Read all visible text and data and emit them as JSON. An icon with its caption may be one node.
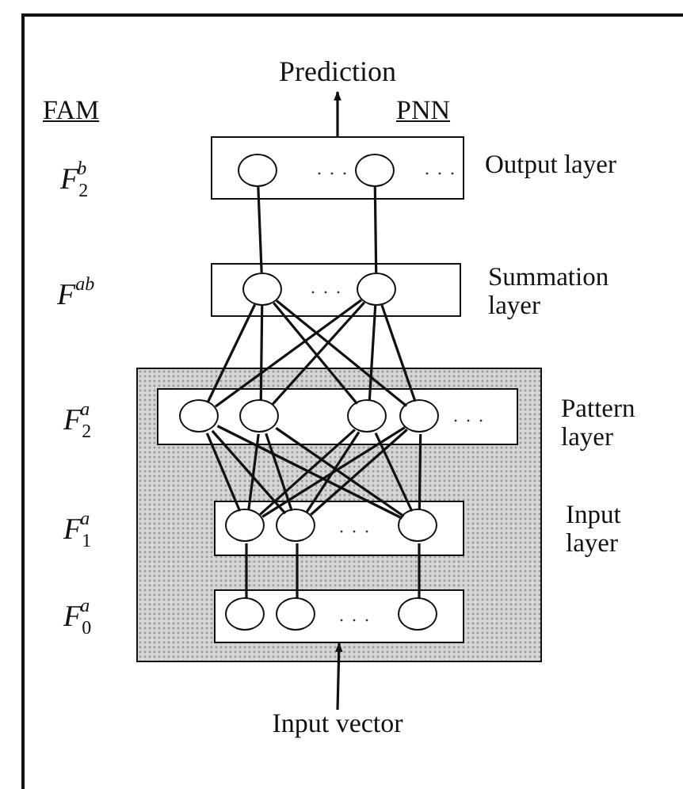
{
  "diagram": {
    "nodes": [
      {
        "text": [
          "Prediction"
        ]
      },
      {
        "text": [],
        "shape": "box",
        "beside": [
          "Output layer"
        ]
      },
      {
        "text": [],
        "shape": "circle",
        "in": 1
      },
      {
        "text": [],
        "shape": "circle",
        "in": 1
      },
      {
        "text": [],
        "shape": "box",
        "beside": [
          "Summation layer"
        ]
      },
      {
        "text": [],
        "shape": "circle",
        "in": 4
      },
      {
        "text": [],
        "shape": "circle",
        "in": 4
      },
      {
        "text": [],
        "shape": "box"
      },
      {
        "text": [],
        "shape": "box",
        "in": 7,
        "beside": [
          "Pattern layer"
        ]
      },
      {
        "text": [],
        "shape": "circle",
        "in": 8
      },
      {
        "text": [],
        "shape": "circle",
        "in": 8
      },
      {
        "text": [],
        "shape": "circle",
        "in": 8
      },
      {
        "text": [],
        "shape": "circle",
        "in": 8
      },
      {
        "text": [],
        "shape": "box",
        "in": 7,
        "beside": [
          "Input layer"
        ]
      },
      {
        "text": [],
        "shape": "circle",
        "in": 13
      },
      {
        "text": [],
        "shape": "circle",
        "in": 13
      },
      {
        "text": [],
        "shape": "circle",
        "in": 13
      },
      {
        "text": [],
        "shape": "box",
        "in": 7
      },
      {
        "text": [],
        "shape": "circle",
        "in": 17
      },
      {
        "text": [],
        "shape": "circle",
        "in": 17
      },
      {
        "text": [],
        "shape": "circle",
        "in": 17
      },
      {
        "text": [
          "Input vector"
        ]
      }
    ],
    "edges": [
      {
        "from": 1,
        "to": 0,
        "arrow": "to"
      },
      {
        "from": 2,
        "to": 5,
        "arrow": "none"
      },
      {
        "from": 3,
        "to": 6,
        "arrow": "none"
      },
      {
        "from": 5,
        "to": 9,
        "arrow": "none"
      },
      {
        "from": 5,
        "to": 10,
        "arrow": "none"
      },
      {
        "from": 5,
        "to": 11,
        "arrow": "none"
      },
      {
        "from": 5,
        "to": 12,
        "arrow": "none"
      },
      {
        "from": 6,
        "to": 9,
        "arrow": "none"
      },
      {
        "from": 6,
        "to": 10,
        "arrow": "none"
      },
      {
        "from": 6,
        "to": 11,
        "arrow": "none"
      },
      {
        "from": 6,
        "to": 12,
        "arrow": "none"
      },
      {
        "from": 9,
        "to": 14,
        "arrow": "none"
      },
      {
        "from": 9,
        "to": 15,
        "arrow": "none"
      },
      {
        "from": 9,
        "to": 16,
        "arrow": "none"
      },
      {
        "from": 10,
        "to": 14,
        "arrow": "none"
      },
      {
        "from": 10,
        "to": 15,
        "arrow": "none"
      },
      {
        "from": 10,
        "to": 16,
        "arrow": "none"
      },
      {
        "from": 11,
        "to": 14,
        "arrow": "none"
      },
      {
        "from": 11,
        "to": 15,
        "arrow": "none"
      },
      {
        "from": 11,
        "to": 16,
        "arrow": "none"
      },
      {
        "from": 12,
        "to": 14,
        "arrow": "none"
      },
      {
        "from": 12,
        "to": 15,
        "arrow": "none"
      },
      {
        "from": 12,
        "to": 16,
        "arrow": "none"
      },
      {
        "from": 14,
        "to": 18,
        "arrow": "none"
      },
      {
        "from": 15,
        "to": 19,
        "arrow": "none"
      },
      {
        "from": 16,
        "to": 20,
        "arrow": "none"
      },
      {
        "from": 21,
        "to": 17,
        "arrow": "to"
      }
    ],
    "labels": [
      "FAM",
      "PNN",
      "F$_{2}$$^{b}$",
      ". . .",
      ". . .",
      "F$^{ab}$",
      ". . .",
      "F$_{2}$$^{a}$",
      ". . .",
      "F$_{1}$$^{a}$",
      ". . .",
      "F$_{0}$$^{a}$",
      ". . ."
    ]
  }
}
